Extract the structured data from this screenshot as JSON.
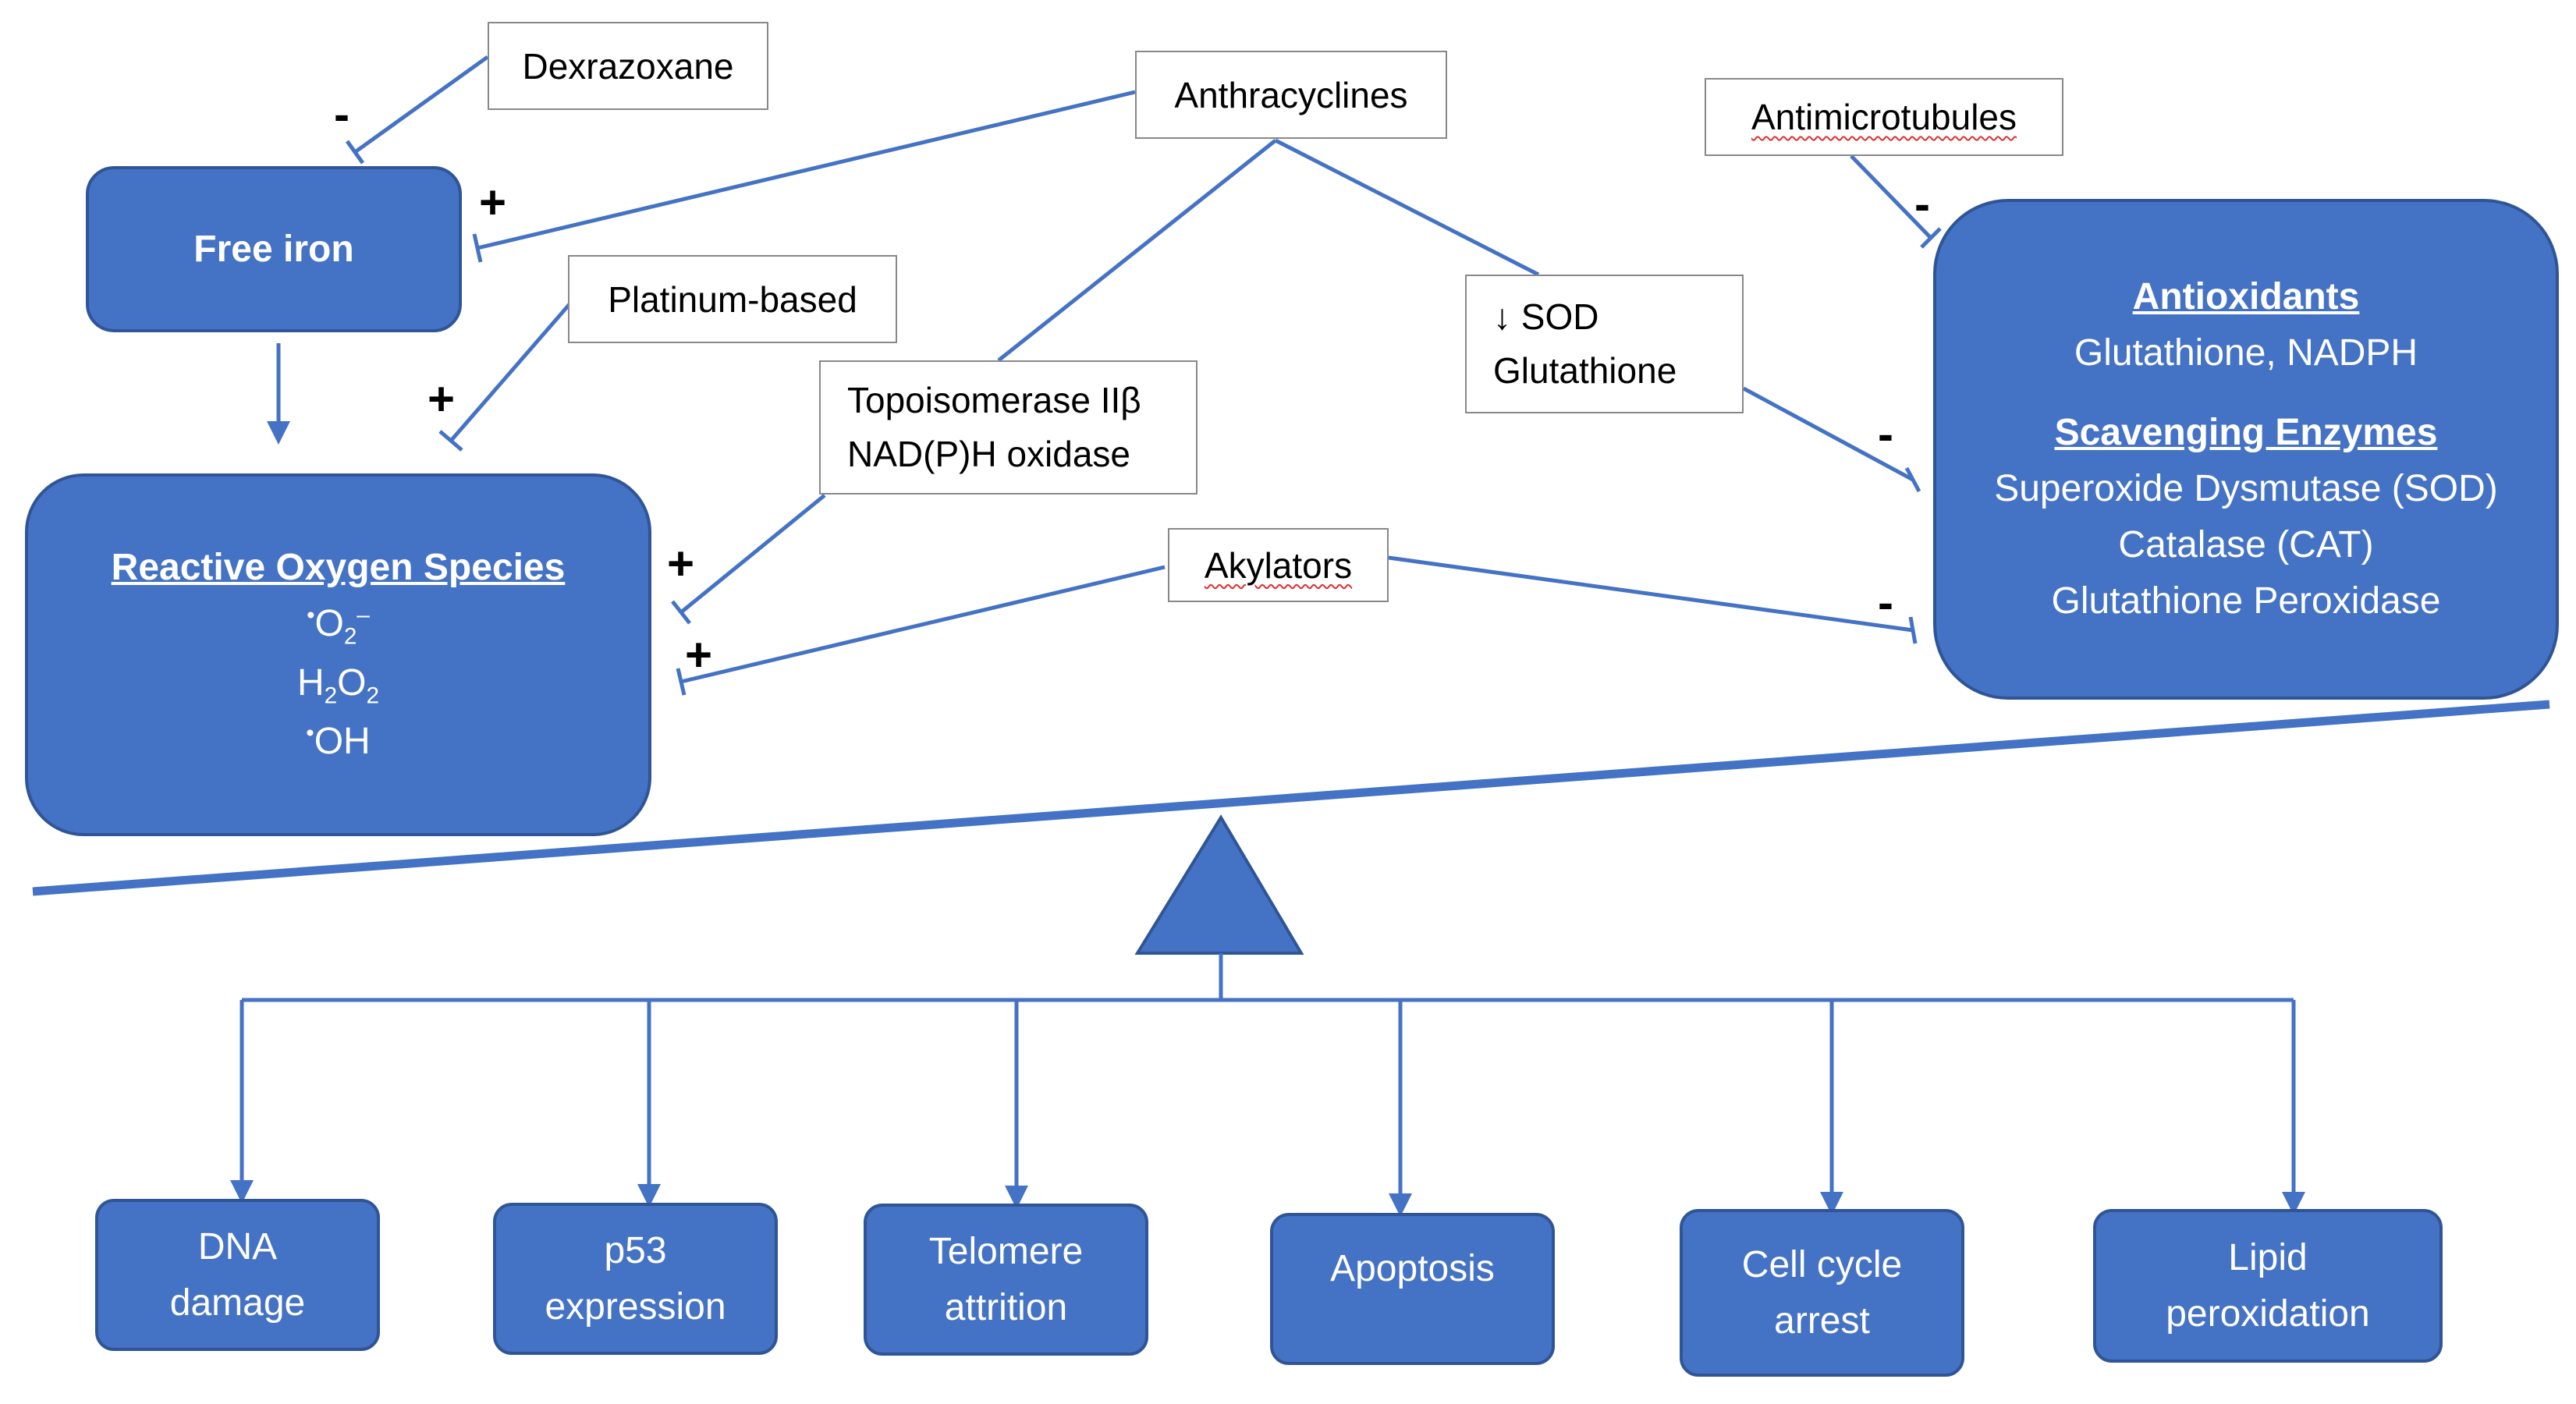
{
  "colors": {
    "box_fill": "#4472c4",
    "box_border": "#2f5597",
    "connector": "#4472c4",
    "label_border": "#888888"
  },
  "ros_source": {
    "free_iron": "Free iron",
    "ros": {
      "heading": "Reactive Oxygen Species",
      "superoxide": {
        "radical": "•",
        "base": "O",
        "sub": "2",
        "sup": "–"
      },
      "peroxide": {
        "h": "H",
        "h_sub": "2",
        "o": "O",
        "o_sub": "2"
      },
      "hydroxyl": {
        "radical": "•",
        "base": "OH"
      }
    }
  },
  "antioxidant_side": {
    "antioxidants_heading": "Antioxidants",
    "antioxidants_items": "Glutathione, NADPH",
    "enzymes_heading": "Scavenging Enzymes",
    "enzymes": [
      "Superoxide Dysmutase (SOD)",
      "Catalase (CAT)",
      "Glutathione Peroxidase"
    ]
  },
  "drugs": {
    "dexrazoxane": "Dexrazoxane",
    "anthracyclines": "Anthracyclines",
    "antimicrotubules": "Antimicrotubules",
    "platinum": "Platinum-based",
    "topo_line1": "Topoisomerase IIβ",
    "topo_line2": "NAD(P)H oxidase",
    "sod_line1": "↓ SOD",
    "sod_line2": "Glutathione",
    "alkylators": "Akylators"
  },
  "signs": {
    "dexrazoxane": "-",
    "anthracyclines_iron": "+",
    "platinum": "+",
    "topo": "+",
    "alkylators_ros": "+",
    "antimicrotubules": "-",
    "sod": "-",
    "alkylators_antioxidants": "-"
  },
  "outcomes": [
    {
      "line1": "DNA",
      "line2": "damage"
    },
    {
      "line1": "p53",
      "line2": "expression"
    },
    {
      "line1": "Telomere",
      "line2": "attrition"
    },
    {
      "line1": "Apoptosis",
      "line2": ""
    },
    {
      "line1": "Cell cycle",
      "line2": "arrest"
    },
    {
      "line1": "Lipid",
      "line2": "peroxidation"
    }
  ]
}
